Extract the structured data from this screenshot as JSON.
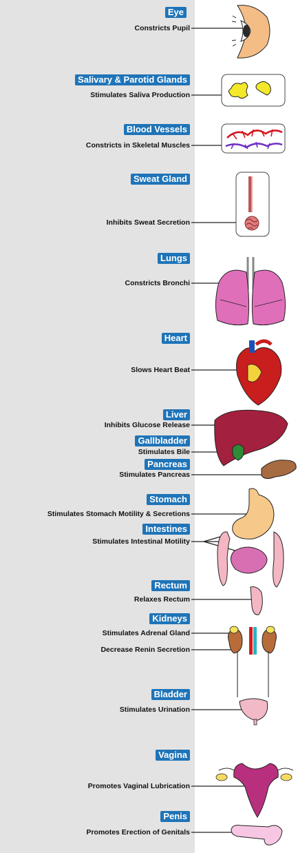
{
  "organs": [
    {
      "name": "Eye",
      "effect": "Constricts Pupil"
    },
    {
      "name": "Salivary & Parotid Glands",
      "effect": "Stimulates Saliva Production"
    },
    {
      "name": "Blood Vessels",
      "effect": "Constricts in Skeletal Muscles"
    },
    {
      "name": "Sweat Gland",
      "effect": "Inhibits Sweat Secretion"
    },
    {
      "name": "Lungs",
      "effect": "Constricts Bronchi"
    },
    {
      "name": "Heart",
      "effect": "Slows Heart Beat"
    },
    {
      "name": "Liver",
      "effect": "Inhibits Glucose Release"
    },
    {
      "name": "Gallbladder",
      "effect": "Stimulates Bile"
    },
    {
      "name": "Pancreas",
      "effect": "Stimulates Pancreas"
    },
    {
      "name": "Stomach",
      "effect": "Stimulates Stomach Motility & Secretions"
    },
    {
      "name": "Intestines",
      "effect": "Stimulates Intestinal Motility"
    },
    {
      "name": "Rectum",
      "effect": "Relaxes Rectum"
    },
    {
      "name": "Kidneys",
      "effect": "Stimulates Adrenal Gland",
      "effect2": "Decrease Renin Secretion"
    },
    {
      "name": "Bladder",
      "effect": "Stimulates Urination"
    },
    {
      "name": "Vagina",
      "effect": "Promotes Vaginal Lubrication"
    },
    {
      "name": "Penis",
      "effect": "Promotes Erection of Genitals"
    }
  ],
  "colors": {
    "label_bg": "#1f74b8",
    "panel_bg": "#e3e3e3",
    "leader_line": "#222222"
  }
}
